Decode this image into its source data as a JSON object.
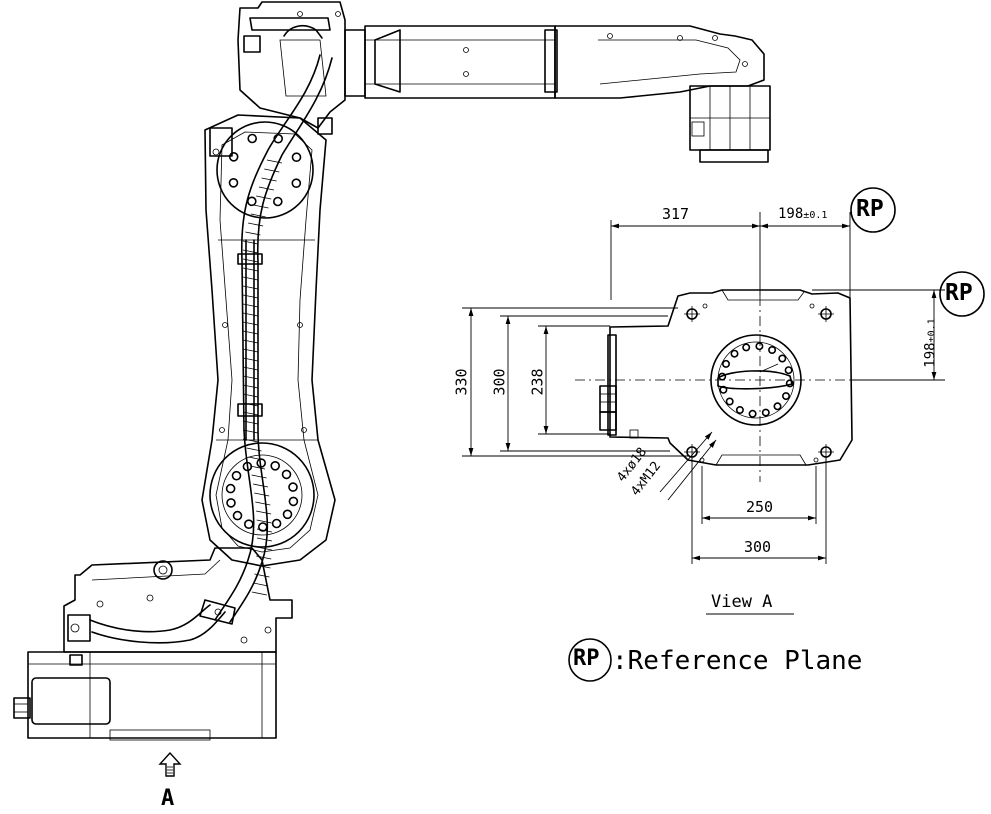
{
  "view_a": {
    "top_dims": {
      "left": "317",
      "right": "198",
      "right_tol": "±0.1"
    },
    "right_dim": {
      "value": "198",
      "tol": "±0.1"
    },
    "left_dims": {
      "outer": "330",
      "middle": "300",
      "inner": "238"
    },
    "hole_callouts": {
      "holes": "4xø18",
      "threads": "4xM12"
    },
    "bottom_dims": {
      "inner": "250",
      "outer": "300"
    },
    "rp_label": "RP",
    "view_title": "View A"
  },
  "legend": {
    "symbol": "RP",
    "text": ":Reference Plane"
  },
  "arrow_label": "A"
}
